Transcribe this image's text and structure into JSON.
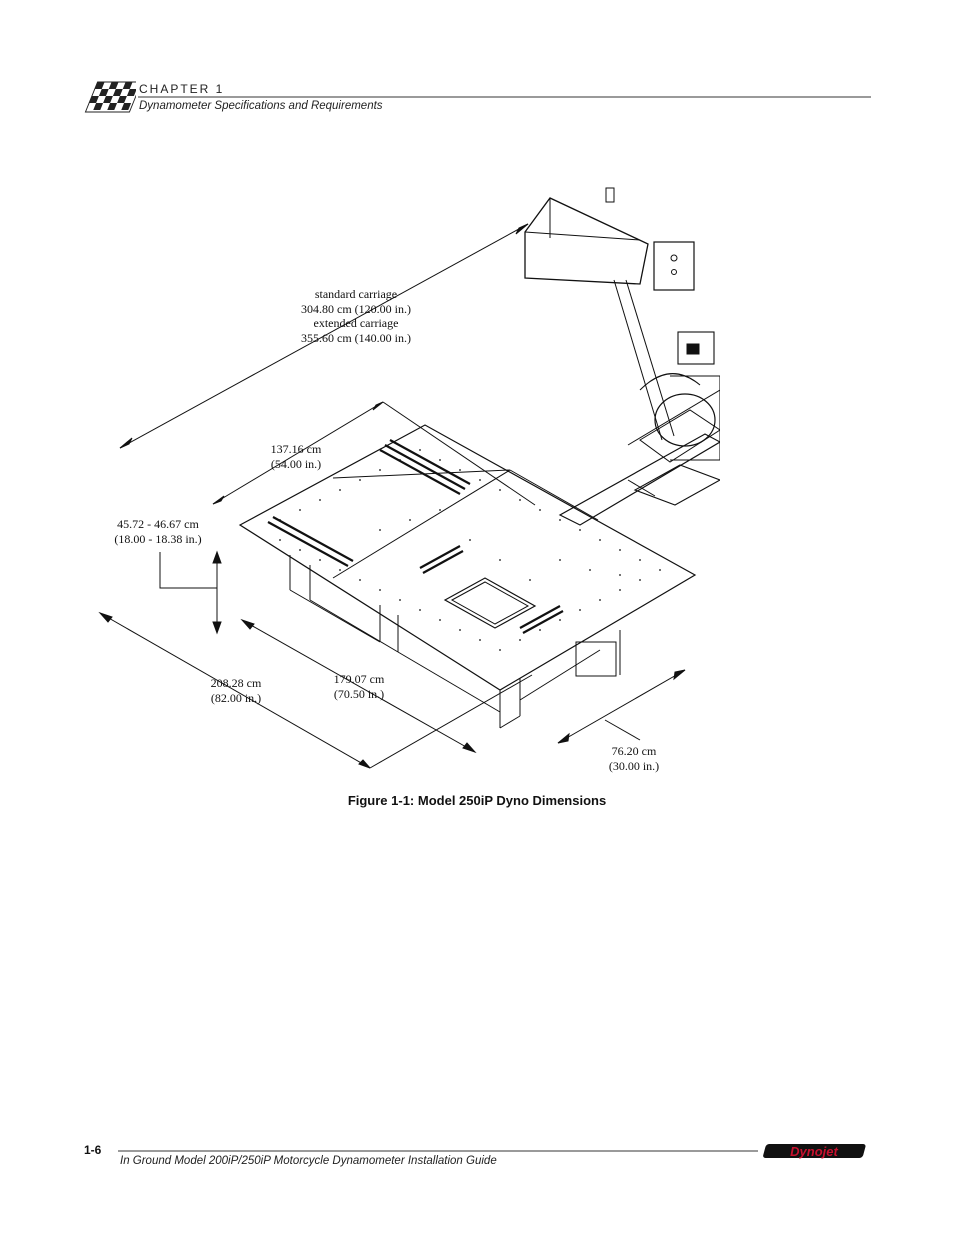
{
  "header": {
    "chapter": "CHAPTER 1",
    "subtitle": "Dynamometer Specifications and Requirements"
  },
  "figure": {
    "labels": {
      "carriage_standard": "standard carriage",
      "carriage_standard_value": "304.80 cm (120.00 in.)",
      "carriage_extended": "extended carriage",
      "carriage_extended_value": "355.60 cm (140.00 in.)",
      "depth_cm": "137.16 cm",
      "depth_in": "(54.00 in.)",
      "height_cm": "45.72 - 46.67 cm",
      "height_in": "(18.00 - 18.38 in.)",
      "length_cm": "208.28 cm",
      "length_in": "(82.00 in.)",
      "frame_cm": "179.07 cm",
      "frame_in": "(70.50 in.)",
      "width_cm": "76.20 cm",
      "width_in": "(30.00 in.)"
    },
    "caption": "Figure 1-1: Model 250iP Dyno Dimensions"
  },
  "footer": {
    "page_number": "1-6",
    "title": "In Ground Model 200iP/250iP Motorcycle Dynamometer Installation Guide",
    "logo_text": "Dynojet",
    "logo_color": "#c8102e"
  }
}
